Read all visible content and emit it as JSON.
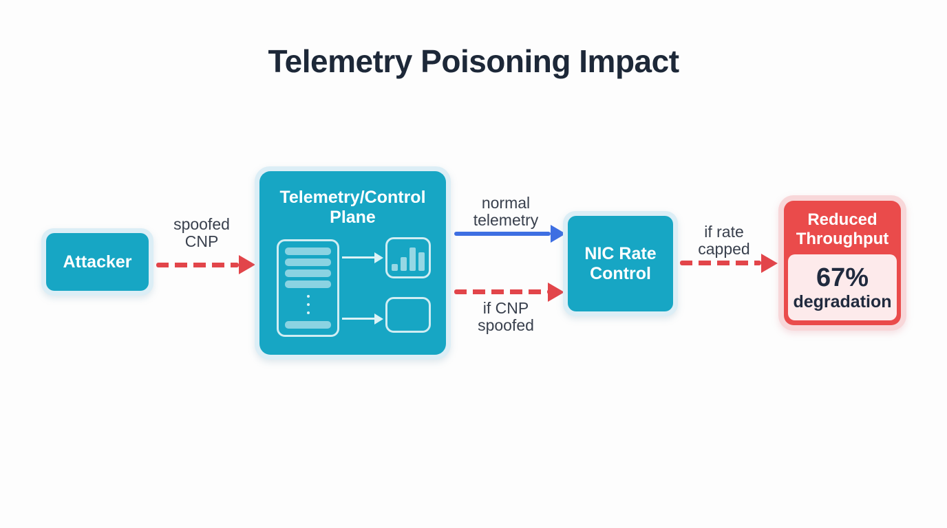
{
  "title": "Telemetry Poisoning Impact",
  "palette": {
    "node_teal": "#17a6c4",
    "node_ring_blue": "#dceef6",
    "impact_red": "#ea4b4b",
    "impact_ring_pink": "#f8d7d9",
    "impact_panel_pink": "#fdeaeb",
    "arrow_red": "#e2454a",
    "arrow_blue": "#3e6fe2",
    "title_navy": "#1d2838",
    "label_gray": "#39404d"
  },
  "nodes": {
    "attacker": {
      "label": "Attacker"
    },
    "telemetry_plane": {
      "label": "Telemetry/Control Plane",
      "icons": [
        "server-list-icon",
        "bar-chart-icon",
        "empty-box-icon"
      ]
    },
    "nic_rate_control": {
      "label": "NIC Rate Control"
    },
    "reduced_throughput": {
      "label": "Reduced Throughput",
      "value": "67%",
      "value_caption": "degradation"
    }
  },
  "edges": {
    "attacker_to_plane": {
      "label": "spoofed CNP",
      "style": "dashed",
      "color": "#e2454a"
    },
    "plane_to_nic_normal": {
      "label": "normal telemetry",
      "style": "solid",
      "color": "#3e6fe2"
    },
    "plane_to_nic_spoofed": {
      "label": "if CNP spoofed",
      "style": "dashed",
      "color": "#e2454a"
    },
    "nic_to_impact": {
      "label": "if rate capped",
      "style": "dashed",
      "color": "#e2454a"
    }
  }
}
